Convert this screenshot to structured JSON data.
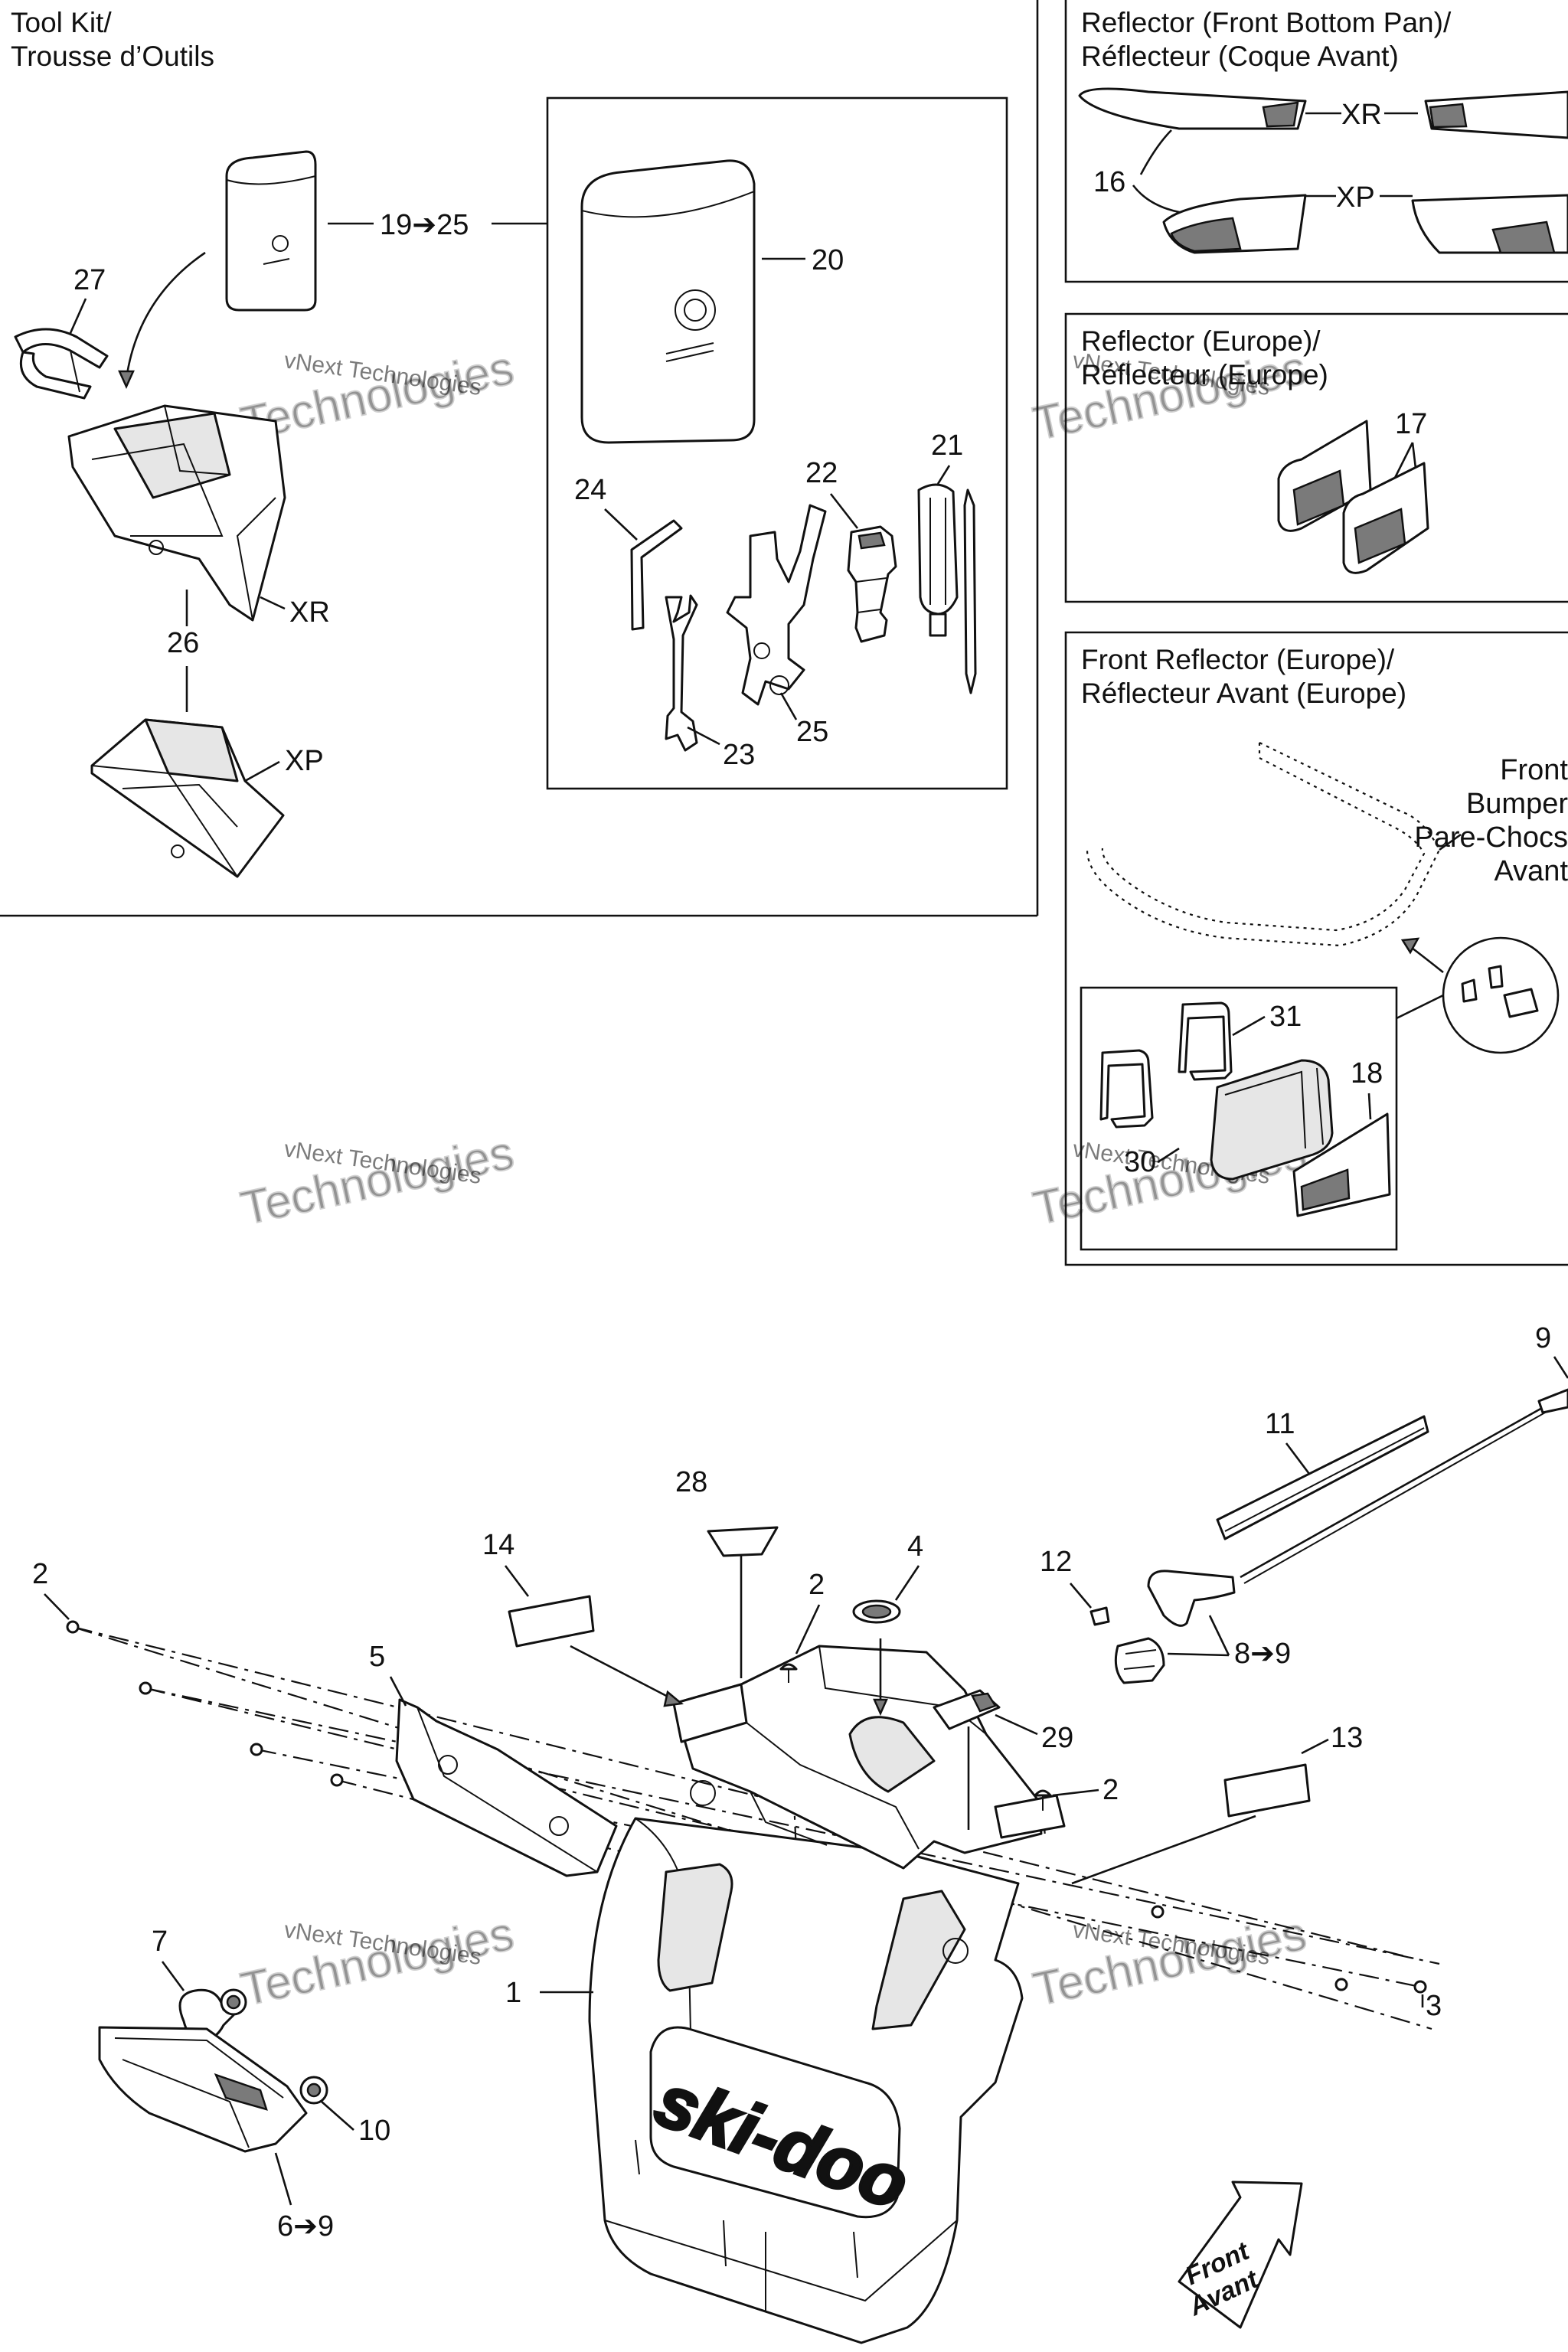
{
  "panels": {
    "tool_kit": {
      "title_line1": "Tool Kit/",
      "title_line2": "Trousse d’Outils"
    },
    "reflector_front_bottom": {
      "title_line1": "Reflector (Front Bottom Pan)/",
      "title_line2": "Réflecteur (Coque Avant)"
    },
    "reflector_europe": {
      "title_line1": "Reflector (Europe)/",
      "title_line2": "Réflecteur (Europe)"
    },
    "front_reflector_europe": {
      "title_line1": "Front Reflector (Europe)/",
      "title_line2": "Réflecteur Avant (Europe)"
    },
    "bumper_callout": [
      "Front",
      "Bumper",
      "Pare-Chocs",
      "Avant"
    ]
  },
  "labels": {
    "p1": "1",
    "p2a": "2",
    "p2b": "2",
    "p2c": "2",
    "p3": "3",
    "p4": "4",
    "p5": "5",
    "p6": "6➔9",
    "p7": "7",
    "p8": "8➔9",
    "p9": "9",
    "p10": "10",
    "p11": "11",
    "p12": "12",
    "p13": "13",
    "p14": "14",
    "p16": "16",
    "p17": "17",
    "p18": "18",
    "p19": "19➔25",
    "p20": "20",
    "p21": "21",
    "p22": "22",
    "p23": "23",
    "p24": "24",
    "p25": "25",
    "p26": "26",
    "p27": "27",
    "p28": "28",
    "p29": "29",
    "p30": "30",
    "p31": "31",
    "xr_a": "XR",
    "xp_a": "XP",
    "xr_b": "XR",
    "xp_b": "XP"
  },
  "brand_text": "ski-doo",
  "direction_text": [
    "Front",
    "Avant"
  ],
  "watermark": {
    "line1": "vNext Technologies",
    "line2": "Technologies"
  }
}
